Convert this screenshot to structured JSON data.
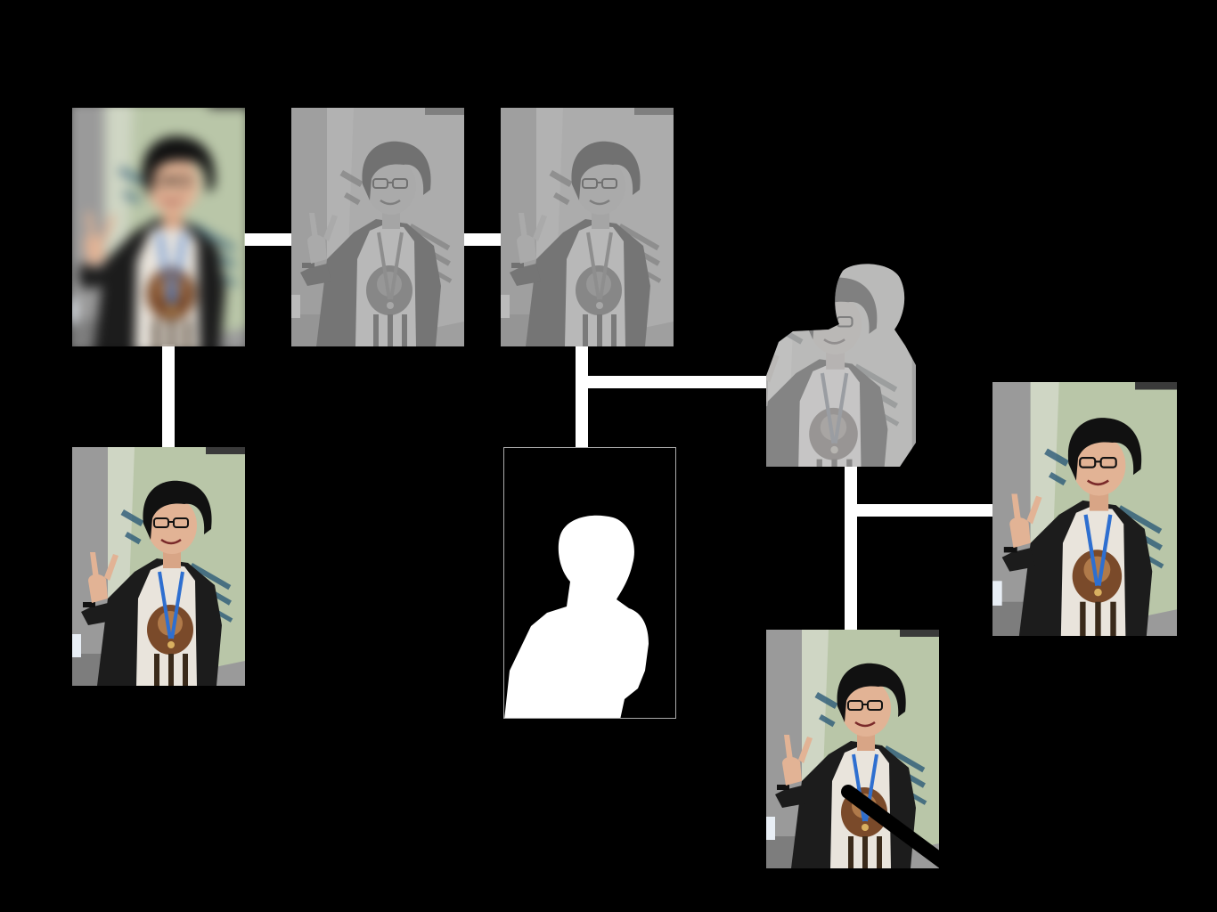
{
  "diagram": {
    "title": "",
    "background": "#000000",
    "connector_color": "#ffffff",
    "nodes": [
      {
        "id": "blurred-photo",
        "kind": "photo",
        "effect": "gaussian-blur"
      },
      {
        "id": "original-photo",
        "kind": "photo",
        "effect": "none"
      },
      {
        "id": "high-pass-1",
        "kind": "photo",
        "effect": "high-pass-gray"
      },
      {
        "id": "high-pass-2",
        "kind": "photo",
        "effect": "high-pass-gray"
      },
      {
        "id": "person-mask",
        "kind": "mask",
        "effect": "white-silhouette-on-black"
      },
      {
        "id": "masked-detail",
        "kind": "cutout",
        "effect": "high-pass-gray-cutout"
      },
      {
        "id": "sharpened-photo",
        "kind": "photo",
        "effect": "sharpened"
      },
      {
        "id": "result-with-artifact",
        "kind": "photo",
        "effect": "black-stroke-artifact"
      }
    ],
    "edges": [
      {
        "from": "blurred-photo",
        "to": "original-photo"
      },
      {
        "from": "blurred-photo",
        "to": "high-pass-1"
      },
      {
        "from": "high-pass-1",
        "to": "high-pass-2"
      },
      {
        "from": "high-pass-2",
        "to": "person-mask"
      },
      {
        "from": "high-pass-2",
        "to": "masked-detail"
      },
      {
        "from": "masked-detail",
        "to": "sharpened-photo"
      },
      {
        "from": "masked-detail",
        "to": "result-with-artifact"
      }
    ]
  },
  "scene_colors": {
    "slide": "#b9c6a8",
    "slide_text": "#2d5b78",
    "wall": "#9a9a9a",
    "hair": "#111111",
    "skin": "#e2b395",
    "jacket": "#1c1c1c",
    "shirt": "#e9e4dc",
    "lanyard": "#2e6fd0",
    "print": "#7a4a2a"
  }
}
